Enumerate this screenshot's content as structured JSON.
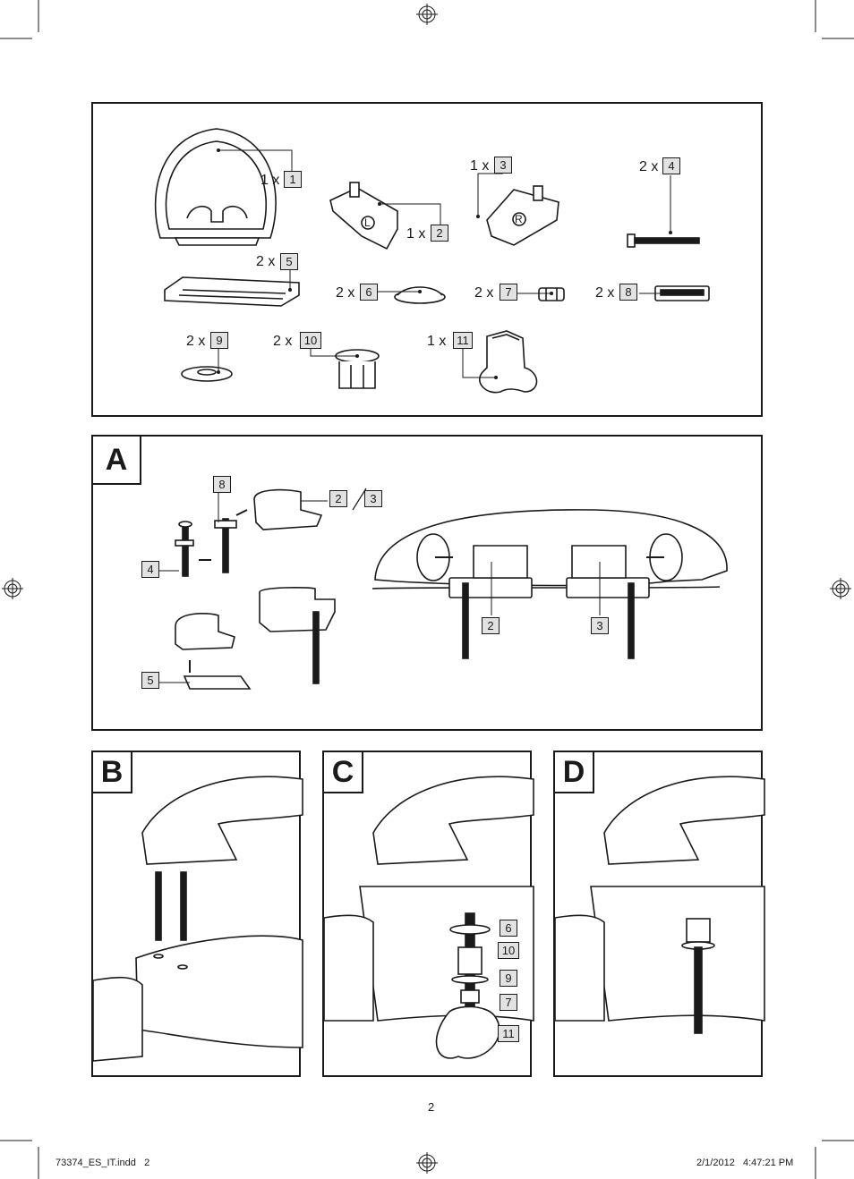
{
  "parts": [
    {
      "qty": "1 x",
      "num": "1"
    },
    {
      "qty": "1 x",
      "num": "2"
    },
    {
      "qty": "1 x",
      "num": "3"
    },
    {
      "qty": "2 x",
      "num": "4"
    },
    {
      "qty": "2 x",
      "num": "5"
    },
    {
      "qty": "2 x",
      "num": "6"
    },
    {
      "qty": "2 x",
      "num": "7"
    },
    {
      "qty": "2 x",
      "num": "8"
    },
    {
      "qty": "2 x",
      "num": "9"
    },
    {
      "qty": "2 x",
      "num": "10"
    },
    {
      "qty": "1 x",
      "num": "11"
    }
  ],
  "hinge_left_mark": "L",
  "hinge_right_mark": "R",
  "panels": {
    "a": "A",
    "b": "B",
    "c": "C",
    "d": "D"
  },
  "a_labels": {
    "bolt": "4",
    "washer_plate": "8",
    "hinge": "2",
    "slash_hinge": "3",
    "frame": "5",
    "left_hinge": "2",
    "right_hinge": "3"
  },
  "c_labels": [
    "6",
    "10",
    "9",
    "7",
    "11"
  ],
  "page_number": "2",
  "footer": {
    "file": "73374_ES_IT.indd   2",
    "timestamp": "2/1/2012   4:47:21 PM"
  }
}
